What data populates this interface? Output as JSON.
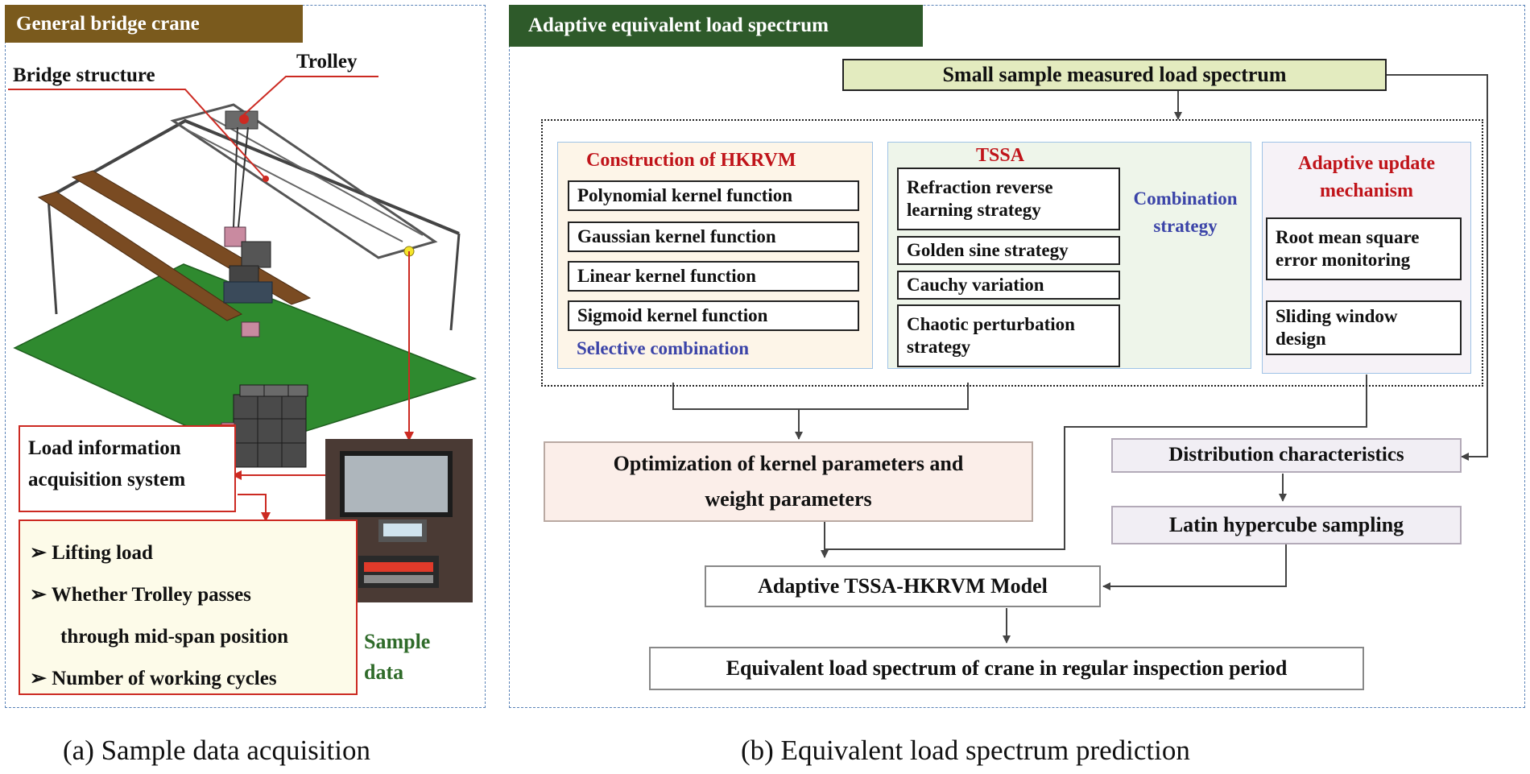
{
  "panel_a": {
    "header": "General bridge crane",
    "labels": {
      "bridge_structure": "Bridge structure",
      "trolley": "Trolley"
    },
    "acq_system": {
      "line1": "Load information",
      "line2": "acquisition system"
    },
    "items": [
      {
        "text": "Lifting load"
      },
      {
        "text": "Whether Trolley passes"
      },
      {
        "text": "through mid-span position"
      },
      {
        "text": "Number of working cycles"
      }
    ],
    "sample_data": {
      "line1": "Sample",
      "line2": "data"
    },
    "caption": "(a) Sample data acquisition"
  },
  "panel_b": {
    "header": "Adaptive equivalent load spectrum",
    "top_box": "Small sample measured load spectrum",
    "hkrvm": {
      "title": "Construction of HKRVM",
      "kernels": [
        "Polynomial kernel function",
        "Gaussian kernel function",
        "Linear kernel function",
        "Sigmoid kernel function"
      ],
      "footer": "Selective combination"
    },
    "tssa": {
      "title": "TSSA",
      "strategies": [
        {
          "line1": "Refraction reverse",
          "line2": "learning strategy"
        },
        {
          "line1": "Golden sine strategy"
        },
        {
          "line1": "Cauchy variation"
        },
        {
          "line1": "Chaotic perturbation",
          "line2": "strategy"
        }
      ],
      "combo": {
        "line1": "Combination",
        "line2": "strategy"
      }
    },
    "adaptive": {
      "title": {
        "line1": "Adaptive update",
        "line2": "mechanism"
      },
      "boxes": [
        {
          "line1": "Root mean square",
          "line2": "error monitoring"
        },
        {
          "line1": "Sliding window",
          "line2": "design"
        }
      ]
    },
    "optimization": {
      "line1": "Optimization of kernel parameters and",
      "line2": "weight parameters"
    },
    "distribution": "Distribution characteristics",
    "latin": "Latin hypercube sampling",
    "model": "Adaptive TSSA-HKRVM Model",
    "equivalent": "Equivalent load spectrum of crane in regular inspection period",
    "caption": "(b) Equivalent load spectrum prediction"
  },
  "colors": {
    "header_a": "#7a5a1d",
    "header_b": "#2e5a2a",
    "top_box_fill": "#e3ebbf",
    "hkrvm_fill": "#fdf5e8",
    "tssa_fill": "#eef5ea",
    "adaptive_fill": "#f6f2f7",
    "opt_fill": "#fbeee9",
    "dist_fill": "#f1eef4",
    "arrow": "#444444",
    "red_line": "#cc2a22",
    "crane_ground": "#2f8a2f",
    "crane_beam": "#7a4b22"
  }
}
